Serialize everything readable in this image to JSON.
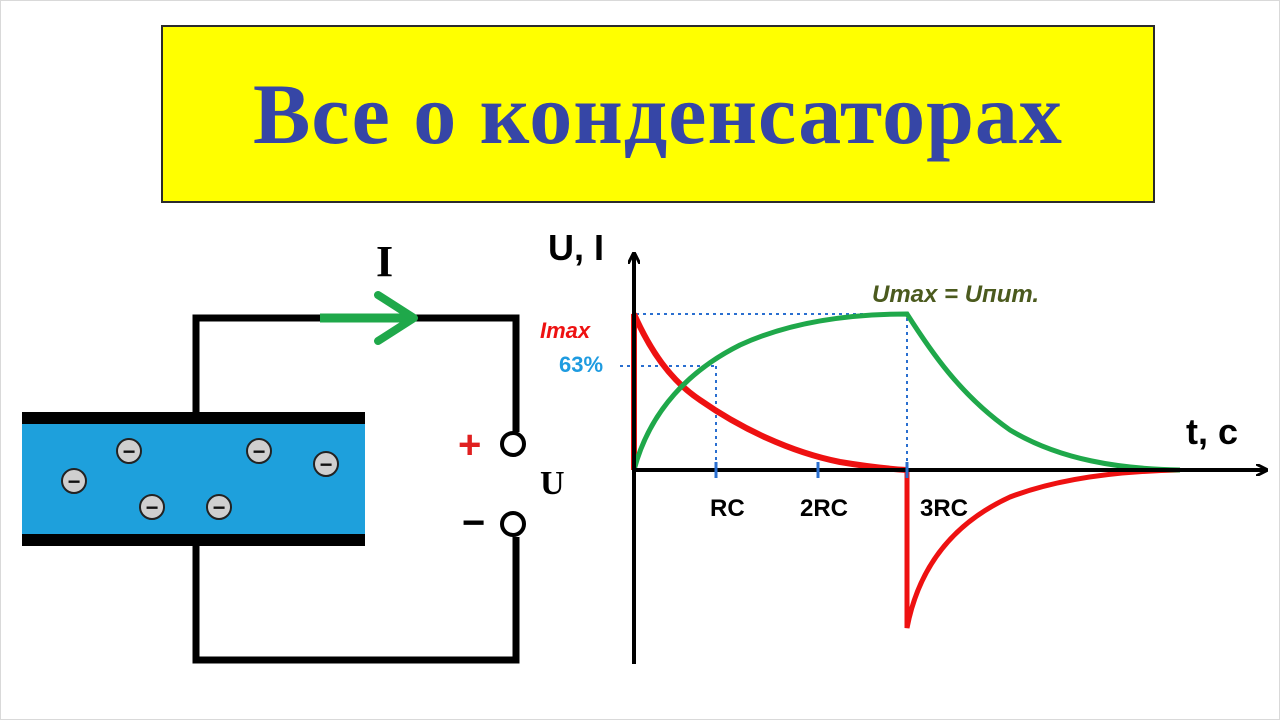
{
  "title": {
    "text": "Все о конденсаторах"
  },
  "colors": {
    "banner_bg": "#ffff00",
    "title_text": "#3646a6",
    "wire": "#000000",
    "dielectric": "#1ea0dc",
    "current_arrow": "#1fa84a",
    "voltage_curve": "#1fa84a",
    "current_curve": "#ee1111",
    "plus_sign": "#e02020",
    "percent_label": "#1e9be0",
    "umax_label": "#4b5a1e",
    "guide_line": "#2a6fd0"
  },
  "circuit": {
    "current_label": "I",
    "voltage_label": "U",
    "plus_label": "+",
    "minus_label": "−",
    "charge_symbol": "−"
  },
  "graph": {
    "y_axis_label": "U, I",
    "x_axis_label": "t, c",
    "imax_label": "Imax",
    "percent_label": "63%",
    "umax_label": "Umax = Uпит.",
    "tick_labels": [
      "RC",
      "2RC",
      "3RC"
    ]
  }
}
